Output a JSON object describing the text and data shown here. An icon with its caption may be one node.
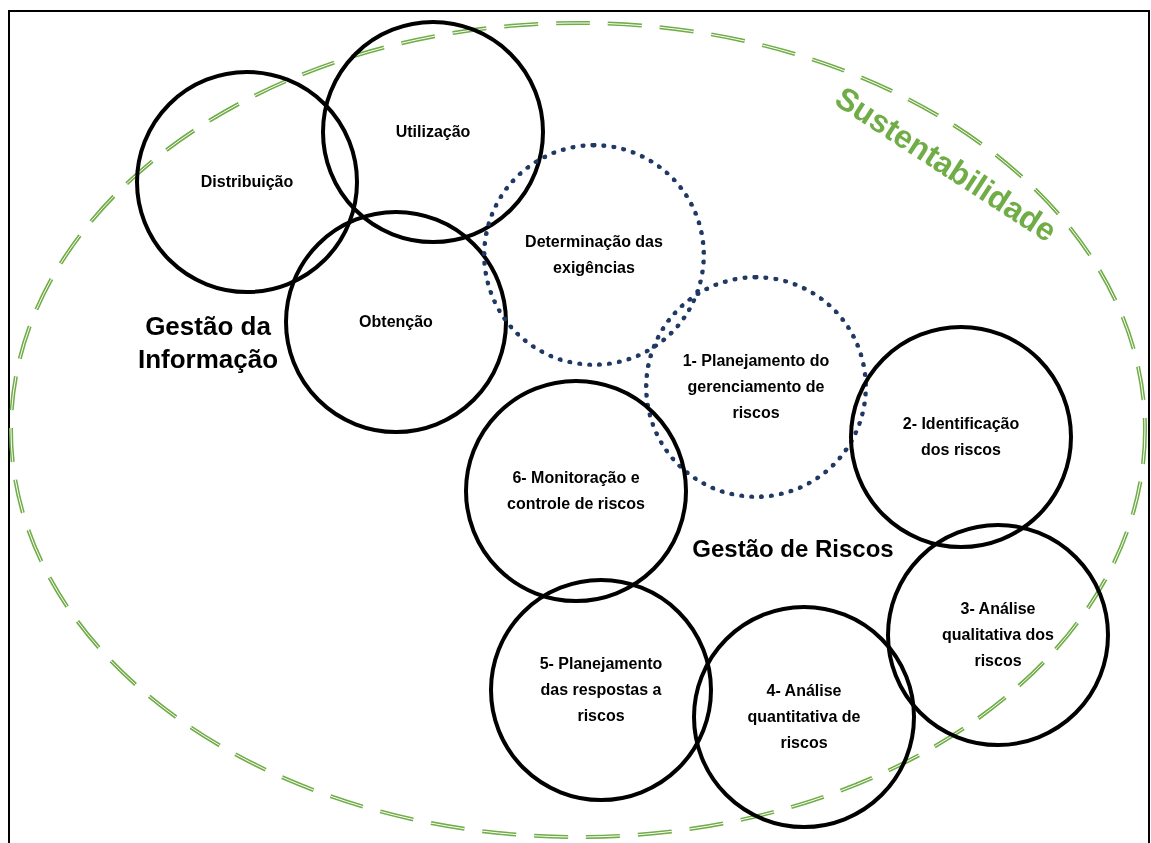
{
  "diagram": {
    "nodes": [
      {
        "text": [
          "Sustentabilidade"
        ]
      },
      {
        "text": [
          "Distribuição"
        ],
        "in": 0
      },
      {
        "text": [
          "Utilização"
        ],
        "in": 0
      },
      {
        "text": [
          "Obtenção"
        ],
        "in": 0
      },
      {
        "text": [
          "Determinação das exigências"
        ],
        "in": 0
      },
      {
        "text": [
          "1- Planejamento do gerenciamento de riscos"
        ],
        "in": 0
      },
      {
        "text": [
          "2- Identificação dos riscos"
        ],
        "in": 0
      },
      {
        "text": [
          "6- Monitoração e controle de riscos"
        ],
        "in": 0
      },
      {
        "text": [
          "3- Análise qualitativa dos riscos"
        ],
        "in": 0
      },
      {
        "text": [
          "5- Planejamento das respostas a riscos"
        ],
        "in": 0
      },
      {
        "text": [
          "4- Análise quantitativa de riscos"
        ],
        "in": 0
      }
    ],
    "edges": [],
    "labels": [
      "Gestão da Informação",
      "Gestão de Riscos"
    ]
  }
}
